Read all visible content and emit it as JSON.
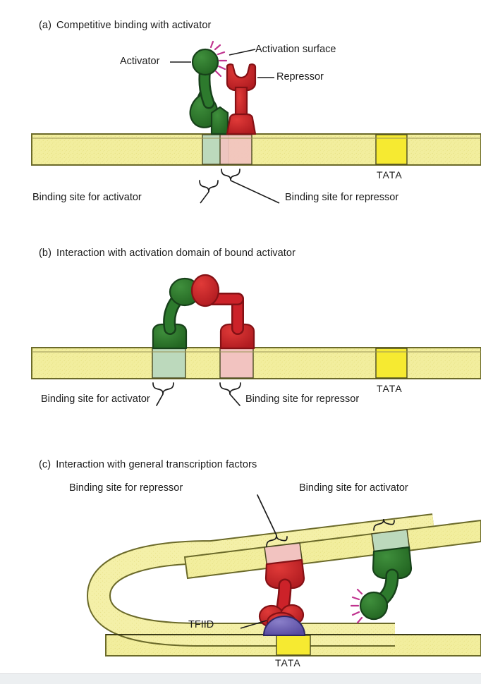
{
  "figure": {
    "title_a": "Competitive binding with activator",
    "tag_a": "(a)",
    "title_b": "Interaction with activation domain of bound activator",
    "tag_b": "(b)",
    "title_c": "Interaction with general transcription factors",
    "tag_c": "(c)"
  },
  "colors": {
    "activator_green": "#2d7a2d",
    "activator_green_dark": "#1d5c1d",
    "repressor_red": "#cc2229",
    "repressor_red_dark": "#9e1419",
    "dna_yellow": "#f2ee9e",
    "dna_border": "#6b6a2a",
    "tata_yellow": "#f6ea31",
    "activator_site_green": "#bcd9bc",
    "repressor_site_pink": "#f2c3c0",
    "tfiid_purple": "#6f63b5",
    "activation_surface_magenta": "#c0338f",
    "text": "#1b1b1b",
    "bottom_bar": "#eceff1"
  },
  "panel_a": {
    "labels": {
      "activator": "Activator",
      "activation_surface": "Activation surface",
      "repressor": "Repressor",
      "binding_site_activator": "Binding site for activator",
      "binding_site_repressor": "Binding site for repressor",
      "tata": "TATA"
    }
  },
  "panel_b": {
    "labels": {
      "binding_site_activator": "Binding site for activator",
      "binding_site_repressor": "Binding site for repressor",
      "tata": "TATA"
    }
  },
  "panel_c": {
    "labels": {
      "binding_site_repressor": "Binding site for repressor",
      "binding_site_activator": "Binding site for activator",
      "tfiid": "TFIID",
      "tata": "TATA"
    }
  }
}
